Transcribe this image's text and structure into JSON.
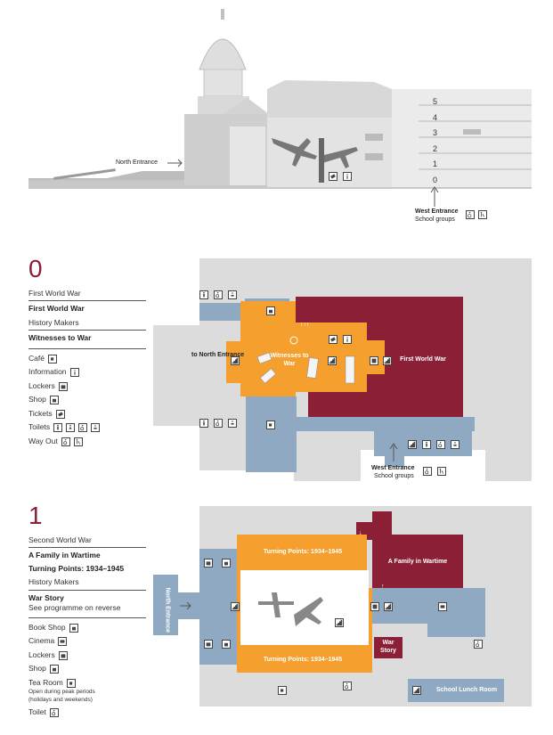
{
  "elevation": {
    "north_entrance": "North Entrance",
    "west_entrance": "West Entrance",
    "school_groups": "School groups",
    "levels": [
      "5",
      "4",
      "3",
      "2",
      "1",
      "0"
    ]
  },
  "level0": {
    "number": "0",
    "legend": {
      "section1_title": "First World War",
      "section1_item": "First World War",
      "section2_title": "History Makers",
      "section2_item": "Witnesses to War",
      "facilities": [
        "Café",
        "Information",
        "Lockers",
        "Shop",
        "Tickets",
        "Toilets",
        "Way Out"
      ]
    },
    "map": {
      "to_north_entrance": "to North Entrance",
      "witnesses": "Witnesses to War",
      "first_world_war": "First World War",
      "west_entrance": "West Entrance",
      "school_groups": "School groups"
    }
  },
  "level1": {
    "number": "1",
    "legend": {
      "section1_title": "Second World War",
      "section1_items": [
        "A Family in Wartime",
        "Turning Points: 1934–1945"
      ],
      "section2_title": "History Makers",
      "section2_item": "War Story",
      "section2_note": "See programme on reverse",
      "facilities": [
        "Book Shop",
        "Cinema",
        "Lockers",
        "Shop",
        "Tea Room"
      ],
      "tea_room_note": "Open during peak periods (holidays and weekends)",
      "toilet": "Toilet"
    },
    "map": {
      "turning_points_top": "Turning Points: 1934–1945",
      "turning_points_bottom": "Turning Points: 1934–1945",
      "family": "A Family in Wartime",
      "war_story": "War Story",
      "north_entrance": "North Entrance",
      "school_lunch_room": "School Lunch Room"
    }
  },
  "colors": {
    "maroon": "#8b1f35",
    "orange": "#f5a02e",
    "blue": "#8fa9c2",
    "grey": "#dcdcdc",
    "dark_grey": "#b5b5b5"
  }
}
